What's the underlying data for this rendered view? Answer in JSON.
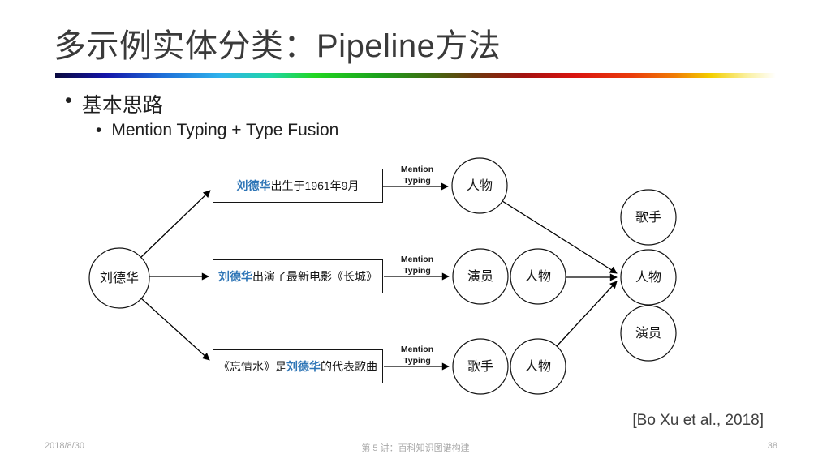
{
  "slide": {
    "title": "多示例实体分类：Pipeline方法",
    "bullets": {
      "marker": "•",
      "level1": "基本思路",
      "level2": "Mention Typing + Type Fusion"
    },
    "citation": "[Bo Xu et al., 2018]",
    "footer": {
      "date": "2018/8/30",
      "center": "第 5 讲：百科知识图谱构建",
      "page": "38"
    }
  },
  "colors": {
    "entity_highlight_blue": "#2E75B6",
    "title_gray": "#3A3A3A",
    "footer_gray": "#A9A9A9",
    "citation_gray": "#404040"
  },
  "diagram": {
    "entity_label": "刘德华",
    "mention_typing": {
      "line1": "Mention",
      "line2": "Typing"
    },
    "sentences": [
      {
        "parts": [
          {
            "text": "刘德华"
          },
          {
            "text": "出生于1961年9月"
          }
        ]
      },
      {
        "parts": [
          {
            "text": "刘德华"
          },
          {
            "text": "出演了最新电影《长城》"
          }
        ]
      },
      {
        "parts": [
          {
            "text": "《忘情水》是"
          },
          {
            "text": "刘德华"
          },
          {
            "text": "的代表歌曲"
          }
        ]
      }
    ],
    "types": {
      "row1": [
        "人物"
      ],
      "row2": [
        "演员",
        "人物"
      ],
      "row3": [
        "歌手",
        "人物"
      ],
      "fused": [
        "歌手",
        "人物",
        "演员"
      ]
    }
  }
}
